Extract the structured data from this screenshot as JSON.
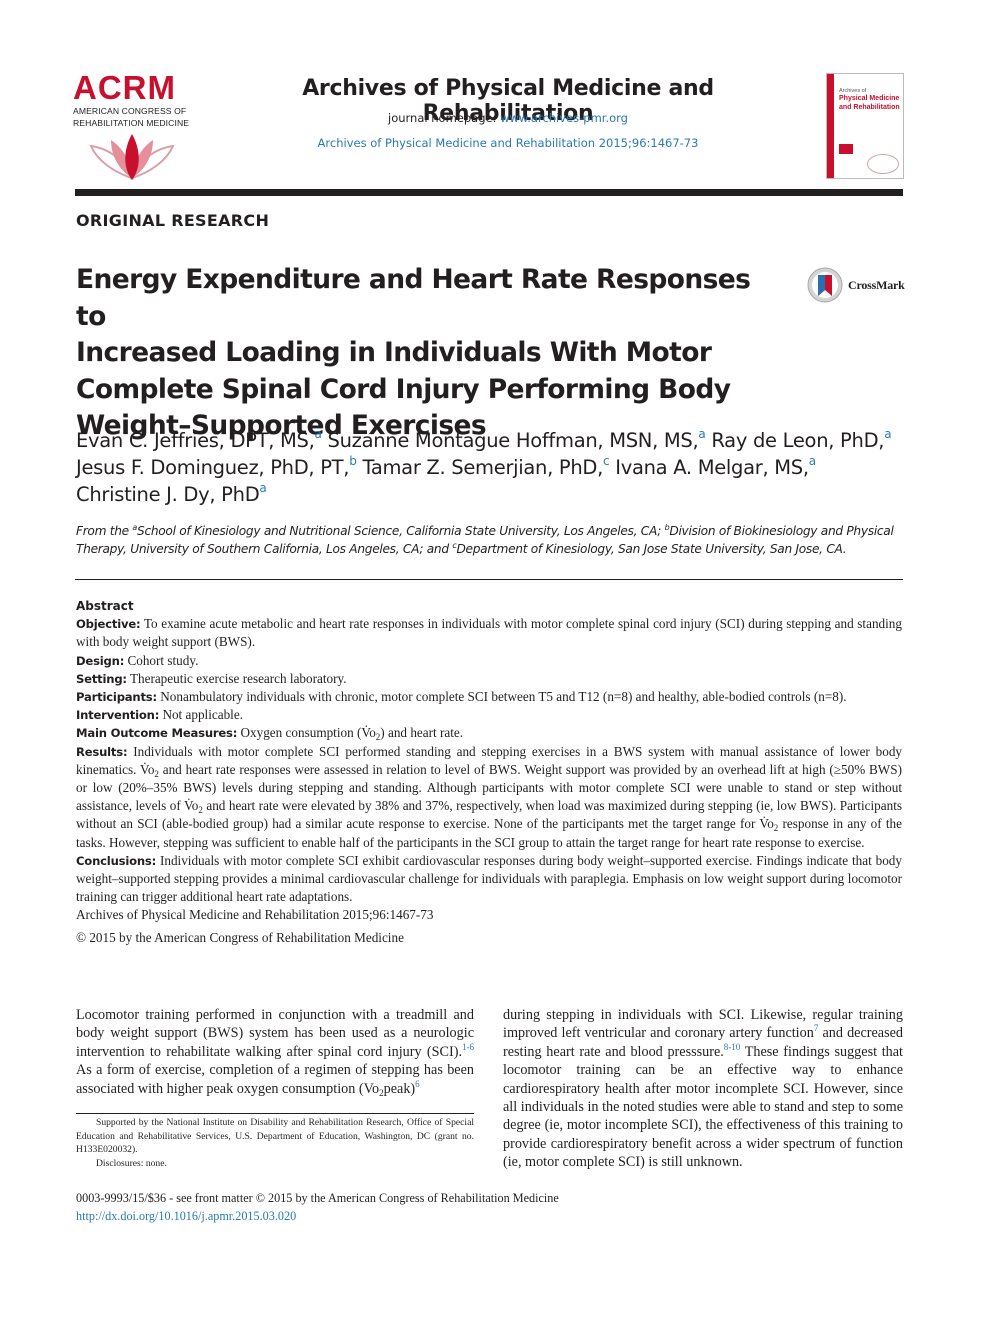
{
  "header": {
    "logo_text": "ACRM",
    "logo_org_line1": "AMERICAN CONGRESS OF",
    "logo_org_line2": "REHABILITATION MEDICINE",
    "journal_name": "Archives of Physical Medicine and Rehabilitation",
    "homepage_label": "journal homepage: ",
    "homepage_url": "www.archives-pmr.org",
    "citation": "Archives of Physical Medicine and Rehabilitation 2015;96:1467-73",
    "cover_title_line1": "Archives of",
    "cover_title_line2": "Physical Medicine",
    "cover_title_line3": "and Rehabilitation",
    "crossmark_label": "CrossMark",
    "colors": {
      "brand_red": "#c8102e",
      "link_blue": "#2a7ab0"
    }
  },
  "article": {
    "section": "ORIGINAL RESEARCH",
    "title_line1": "Energy Expenditure and Heart Rate Responses to",
    "title_line2": "Increased Loading in Individuals With Motor",
    "title_line3": "Complete Spinal Cord Injury Performing Body",
    "title_line4": "Weight–Supported Exercises",
    "authors": [
      {
        "name": "Evan C. Jeffries, DPT, MS,",
        "aff": "a"
      },
      {
        "name": "Suzanne Montague Hoffman, MSN, MS,",
        "aff": "a"
      },
      {
        "name": "Ray de Leon, PhD,",
        "aff": "a"
      },
      {
        "name": "Jesus F. Dominguez, PhD, PT,",
        "aff": "b"
      },
      {
        "name": "Tamar Z. Semerjian, PhD,",
        "aff": "c"
      },
      {
        "name": "Ivana A. Melgar, MS,",
        "aff": "a"
      },
      {
        "name": "Christine J. Dy, PhD",
        "aff": "a"
      }
    ],
    "affiliations": {
      "from": "From the ",
      "a_sup": "a",
      "a_text": "School of Kinesiology and Nutritional Science, California State University, Los Angeles, CA; ",
      "b_sup": "b",
      "b_text": "Division of Biokinesiology and Physical Therapy, University of Southern California, Los Angeles, CA; and ",
      "c_sup": "c",
      "c_text": "Department of Kinesiology, San Jose State University, San Jose, CA."
    }
  },
  "abstract": {
    "heading": "Abstract",
    "objective_label": "Objective:",
    "objective": "To examine acute metabolic and heart rate responses in individuals with motor complete spinal cord injury (SCI) during stepping and standing with body weight support (BWS).",
    "design_label": "Design:",
    "design": "Cohort study.",
    "setting_label": "Setting:",
    "setting": "Therapeutic exercise research laboratory.",
    "participants_label": "Participants:",
    "participants": "Nonambulatory individuals with chronic, motor complete SCI between T5 and T12 (n=8) and healthy, able-bodied controls (n=8).",
    "intervention_label": "Intervention:",
    "intervention": "Not applicable.",
    "outcome_label": "Main Outcome Measures:",
    "outcome_a": "Oxygen consumption (",
    "outcome_b": ") and heart rate.",
    "results_label": "Results:",
    "results_1": "Individuals with motor complete SCI performed standing and stepping exercises in a BWS system with manual assistance of lower body kinematics. ",
    "results_2": " and heart rate responses were assessed in relation to level of BWS. Weight support was provided by an overhead lift at high (≥50% BWS) or low (20%–35% BWS) levels during stepping and standing. Although participants with motor complete SCI were unable to stand or step without assistance, levels of ",
    "results_3": " and heart rate were elevated by 38% and 37%, respectively, when load was maximized during stepping (ie, low BWS). Participants without an SCI (able-bodied group) had a similar acute response to exercise. None of the participants met the target range for ",
    "results_4": " response in any of the tasks. However, stepping was sufficient to enable half of the participants in the SCI group to attain the target range for heart rate response to exercise.",
    "conclusions_label": "Conclusions:",
    "conclusions": "Individuals with motor complete SCI exhibit cardiovascular responses during body weight–supported exercise. Findings indicate that body weight–supported stepping provides a minimal cardiovascular challenge for individuals with paraplegia. Emphasis on low weight support during locomotor training can trigger additional heart rate adaptations.",
    "citation": "Archives of Physical Medicine and Rehabilitation 2015;96:1467-73",
    "copyright": "© 2015 by the American Congress of Rehabilitation Medicine",
    "vo_symbol": "V̇o",
    "vo_sub": "2"
  },
  "body": {
    "left_1": "Locomotor training performed in conjunction with a treadmill and body weight support (BWS) system has been used as a neurologic intervention to rehabilitate walking after spinal cord injury (SCI).",
    "left_ref1": "1-6",
    "left_2": " As a form of exercise, completion of a regimen of stepping has been associated with higher peak oxygen consumption (Vo",
    "left_sub": "2",
    "left_3": "peak)",
    "left_ref2": "6",
    "right_1": "during stepping in individuals with SCI. Likewise, regular training improved left ventricular and coronary artery function",
    "right_ref1": "7",
    "right_2": " and decreased resting heart rate and blood presssure.",
    "right_ref2": "8-10",
    "right_3": " These findings suggest that locomotor training can be an effective way to enhance cardiorespiratory health after motor incomplete SCI. However, since all individuals in the noted studies were able to stand and step to some degree (ie, motor incomplete SCI), the effectiveness of this training to provide cardiorespiratory benefit across a wider spectrum of function (ie, motor complete SCI) is still unknown."
  },
  "footnotes": {
    "support": "Supported by the National Institute on Disability and Rehabilitation Research, Office of Special Education and Rehabilitative Services, U.S. Department of Education, Washington, DC (grant no. H133E020032).",
    "disclosures": "Disclosures: none."
  },
  "front_matter": {
    "line1": "0003-9993/15/$36 - see front matter © 2015 by the American Congress of Rehabilitation Medicine",
    "doi": "http://dx.doi.org/10.1016/j.apmr.2015.03.020"
  }
}
